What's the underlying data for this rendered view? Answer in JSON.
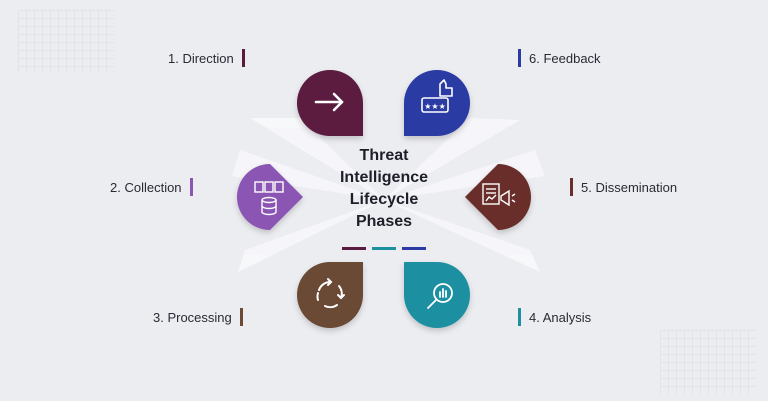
{
  "title_lines": [
    "Threat",
    "Intelligence",
    "Lifecycle",
    "Phases"
  ],
  "phases": [
    {
      "label": "1. Direction",
      "color": "#5b1a3f",
      "icon": "arrow-right-icon"
    },
    {
      "label": "2. Collection",
      "color": "#8a55b3",
      "icon": "documents-database-icon"
    },
    {
      "label": "3. Processing",
      "color": "#6b4a36",
      "icon": "cycle-arrows-icon"
    },
    {
      "label": "4. Analysis",
      "color": "#1d8fa0",
      "icon": "magnifier-chart-icon"
    },
    {
      "label": "5. Dissemination",
      "color": "#6a2f2a",
      "icon": "report-megaphone-icon"
    },
    {
      "label": "6. Feedback",
      "color": "#2c3aa3",
      "icon": "thumbs-up-rating-icon"
    }
  ],
  "accent_lines": [
    "#5b1a3f",
    "#1d8fa0",
    "#2c3aa3"
  ],
  "background": "#ecedf1"
}
